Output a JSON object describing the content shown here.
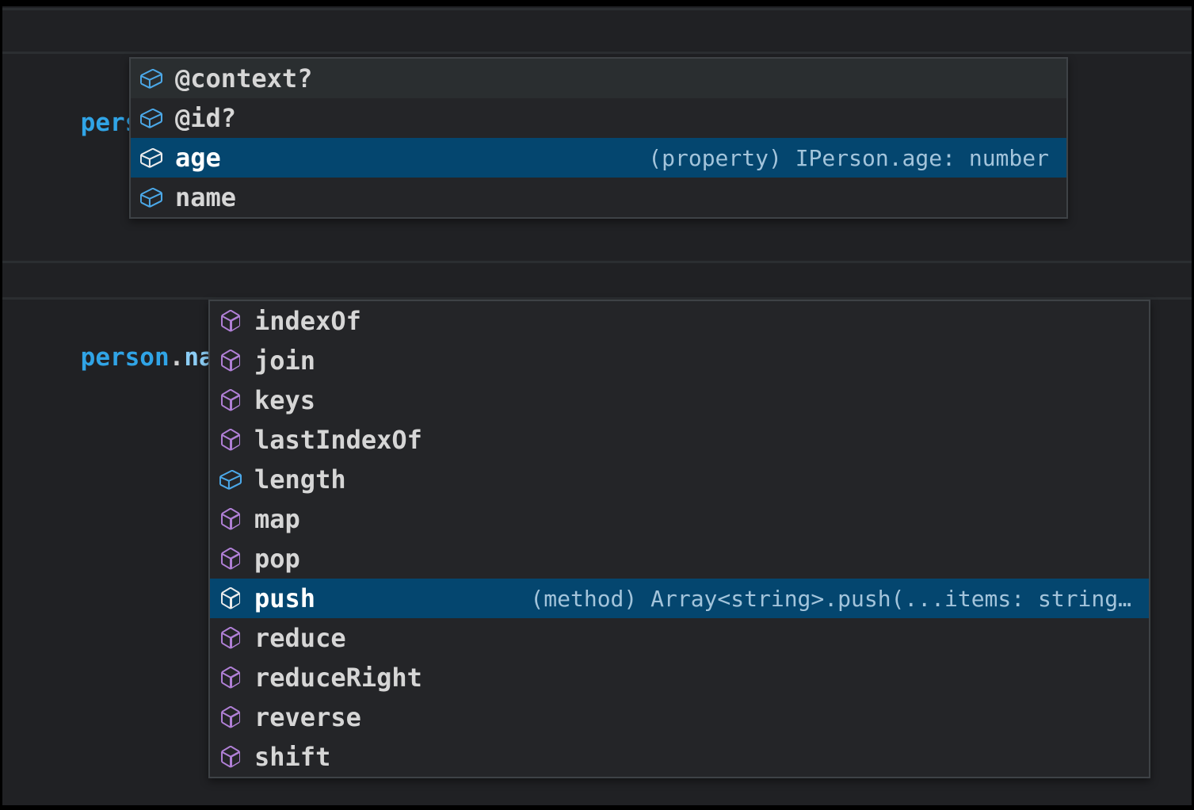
{
  "editor": {
    "lines": [
      {
        "tokens": [
          {
            "text": "person",
            "type": "variable",
            "squiggle": false
          },
          {
            "text": ".",
            "type": "punct",
            "squiggle": true
          },
          {
            "text": ";",
            "type": "punct",
            "squiggle": true
          }
        ]
      },
      {
        "tokens": [
          {
            "text": "person",
            "type": "variable",
            "squiggle": false
          },
          {
            "text": ".",
            "type": "punct",
            "squiggle": false
          },
          {
            "text": "name",
            "type": "property",
            "squiggle": false
          },
          {
            "text": ".",
            "type": "punct",
            "squiggle": true
          },
          {
            "text": ";",
            "type": "punct",
            "squiggle": true
          }
        ]
      }
    ]
  },
  "suggest_person": {
    "items": [
      {
        "label": "@context?",
        "kind": "field",
        "state": "hover",
        "detail": ""
      },
      {
        "label": "@id?",
        "kind": "field",
        "state": "",
        "detail": ""
      },
      {
        "label": "age",
        "kind": "field",
        "state": "selected",
        "detail": "(property) IPerson.age: number"
      },
      {
        "label": "name",
        "kind": "field",
        "state": "",
        "detail": ""
      }
    ]
  },
  "suggest_name": {
    "items": [
      {
        "label": "indexOf",
        "kind": "method",
        "state": "",
        "detail": ""
      },
      {
        "label": "join",
        "kind": "method",
        "state": "",
        "detail": ""
      },
      {
        "label": "keys",
        "kind": "method",
        "state": "",
        "detail": ""
      },
      {
        "label": "lastIndexOf",
        "kind": "method",
        "state": "",
        "detail": ""
      },
      {
        "label": "length",
        "kind": "field",
        "state": "",
        "detail": ""
      },
      {
        "label": "map",
        "kind": "method",
        "state": "",
        "detail": ""
      },
      {
        "label": "pop",
        "kind": "method",
        "state": "",
        "detail": ""
      },
      {
        "label": "push",
        "kind": "method",
        "state": "selected",
        "detail": "(method) Array<string>.push(...items: string…"
      },
      {
        "label": "reduce",
        "kind": "method",
        "state": "",
        "detail": ""
      },
      {
        "label": "reduceRight",
        "kind": "method",
        "state": "",
        "detail": ""
      },
      {
        "label": "reverse",
        "kind": "method",
        "state": "",
        "detail": ""
      },
      {
        "label": "shift",
        "kind": "method",
        "state": "",
        "detail": ""
      }
    ]
  },
  "colors": {
    "editor_background": "#202124",
    "widget_background": "#242528",
    "widget_border": "#3e4246",
    "selected_row_background": "#04466f",
    "hover_row_background": "#2a2e30",
    "field_icon": "#4ba8e8",
    "method_icon": "#b180d7",
    "variable_token": "#30a4e6",
    "property_token": "#8ccdf5",
    "punctuation_token": "#cfcfcf",
    "error_squiggle": "#e0413f",
    "detail_text": "#a3c4db"
  }
}
